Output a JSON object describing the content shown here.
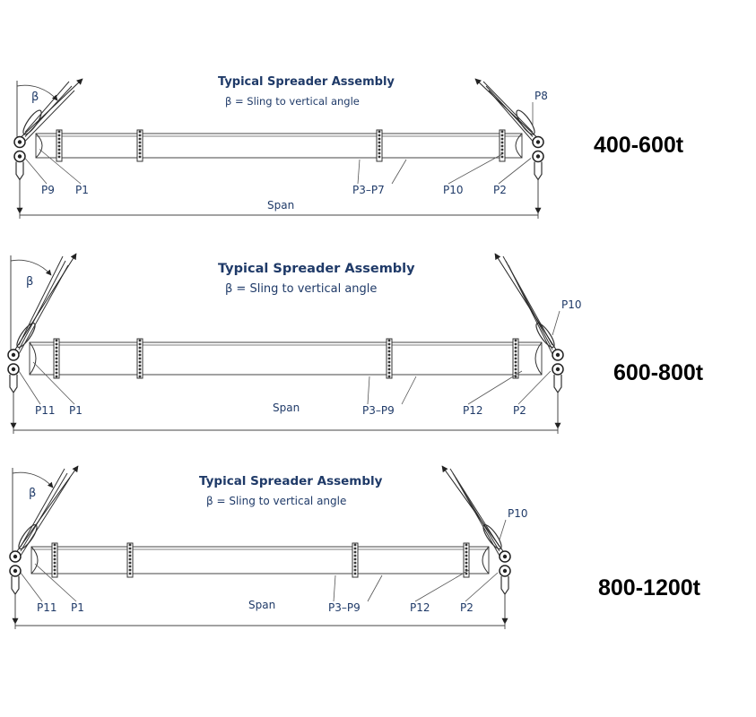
{
  "assemblies": [
    {
      "title": "Typical Spreader Assembly",
      "subtitle": "β = Sling to vertical angle",
      "angle_symbol": "β",
      "rating": "400-600t",
      "labels": {
        "left_outer": "P9",
        "left_inner": "P1",
        "middle": "P3–P7",
        "right_inner": "P10",
        "right_outer": "P2",
        "right_top": "P8",
        "span": "Span"
      }
    },
    {
      "title": "Typical Spreader Assembly",
      "subtitle": "β = Sling to vertical angle",
      "angle_symbol": "β",
      "rating": "600-800t",
      "labels": {
        "left_outer": "P11",
        "left_inner": "P1",
        "middle": "P3–P9",
        "right_inner": "P12",
        "right_outer": "P2",
        "right_top": "P10",
        "span": "Span"
      }
    },
    {
      "title": "Typical Spreader Assembly",
      "subtitle": "β = Sling to vertical angle",
      "angle_symbol": "β",
      "rating": "800-1200t",
      "labels": {
        "left_outer": "P11",
        "left_inner": "P1",
        "middle": "P3–P9",
        "right_inner": "P12",
        "right_outer": "P2",
        "right_top": "P10",
        "span": "Span"
      }
    }
  ]
}
